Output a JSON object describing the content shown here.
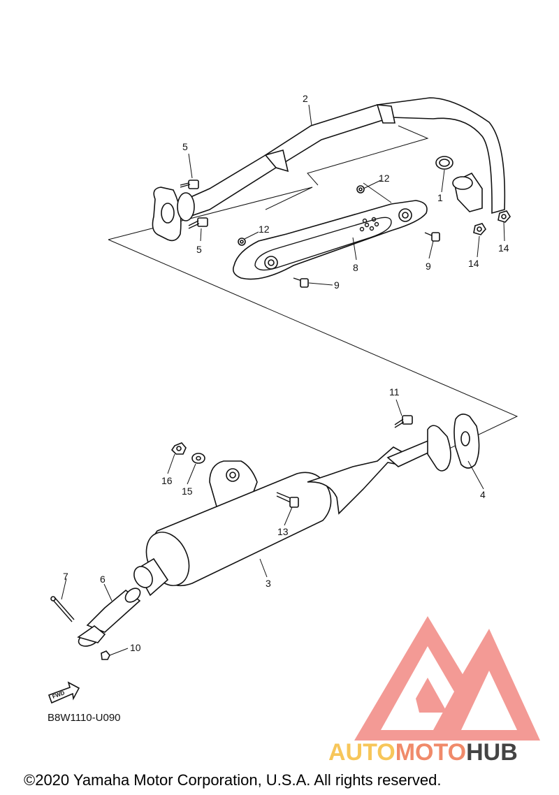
{
  "diagram": {
    "callouts": {
      "c1": "1",
      "c2": "2",
      "c3": "3",
      "c4": "4",
      "c5a": "5",
      "c5b": "5",
      "c6": "6",
      "c7": "7",
      "c8": "8",
      "c9a": "9",
      "c9b": "9",
      "c10": "10",
      "c11": "11",
      "c12a": "12",
      "c12b": "12",
      "c13": "13",
      "c14a": "14",
      "c14b": "14",
      "c15": "15",
      "c16": "16"
    },
    "fwd_label": "FWD",
    "diagram_code": "B8W1110-U090"
  },
  "watermark": {
    "part1": "AUTO",
    "part2": "MOTO",
    "part3": "HUB",
    "colors": {
      "auto": "#f7c65a",
      "moto": "#f08a6a",
      "hub": "#444444",
      "logo": "#f2908a"
    }
  },
  "footer": {
    "copyright": "©2020 Yamaha Motor Corporation, U.S.A. All rights reserved."
  }
}
